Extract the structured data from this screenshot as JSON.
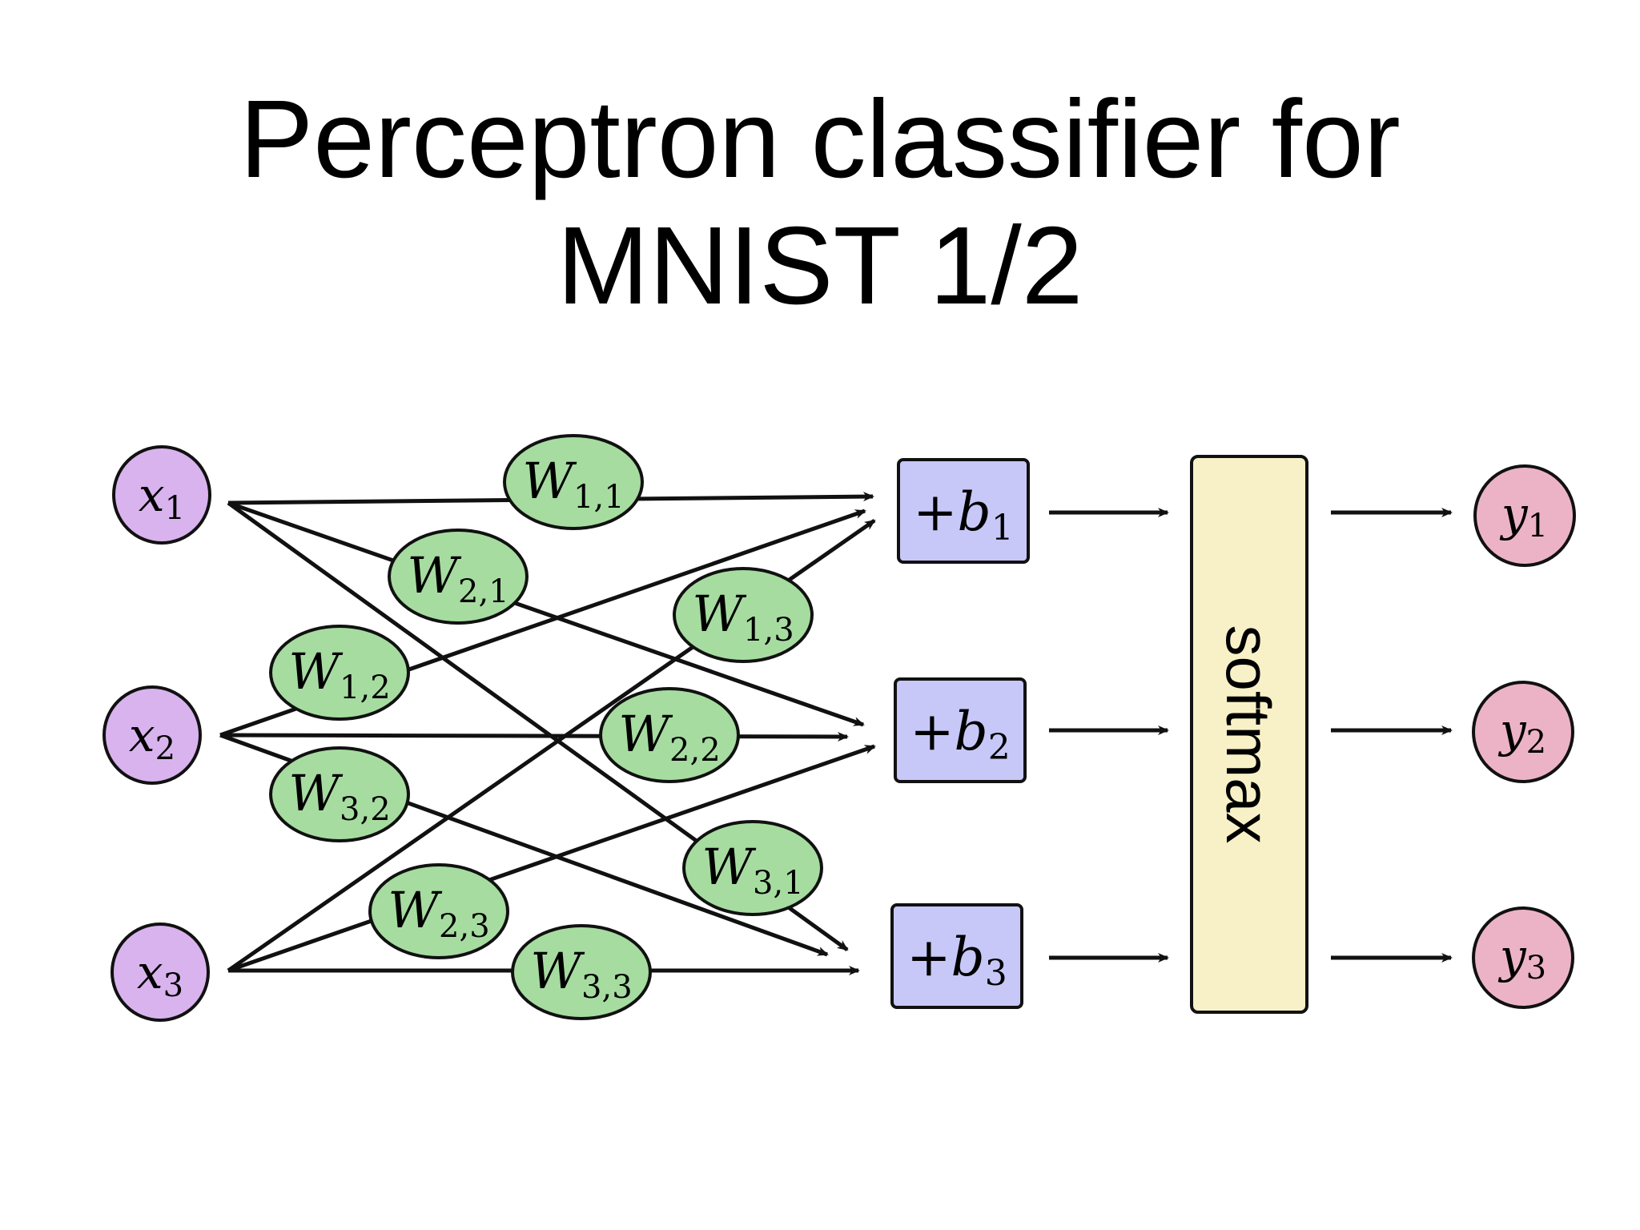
{
  "title": {
    "line1": "Perceptron classifier for",
    "line2": "MNIST 1/2"
  },
  "colors": {
    "input": "#d9b3ee",
    "weight": "#a6dca0",
    "bias": "#c7c8f7",
    "softmax": "#f8f1c7",
    "output": "#ecb3c6",
    "stroke": "#111111"
  },
  "inputs": [
    {
      "base": "x",
      "sub": "1"
    },
    {
      "base": "x",
      "sub": "2"
    },
    {
      "base": "x",
      "sub": "3"
    }
  ],
  "weights": [
    {
      "base": "W",
      "sub": "1,1"
    },
    {
      "base": "W",
      "sub": "2,1"
    },
    {
      "base": "W",
      "sub": "1,3"
    },
    {
      "base": "W",
      "sub": "1,2"
    },
    {
      "base": "W",
      "sub": "2,2"
    },
    {
      "base": "W",
      "sub": "3,2"
    },
    {
      "base": "W",
      "sub": "3,1"
    },
    {
      "base": "W",
      "sub": "2,3"
    },
    {
      "base": "W",
      "sub": "3,3"
    }
  ],
  "biases": [
    {
      "prefix": "+",
      "base": "b",
      "sub": "1"
    },
    {
      "prefix": "+",
      "base": "b",
      "sub": "2"
    },
    {
      "prefix": "+",
      "base": "b",
      "sub": "3"
    }
  ],
  "softmax": {
    "label": "softmax"
  },
  "outputs": [
    {
      "base": "y",
      "sub": "1"
    },
    {
      "base": "y",
      "sub": "2"
    },
    {
      "base": "y",
      "sub": "3"
    }
  ]
}
